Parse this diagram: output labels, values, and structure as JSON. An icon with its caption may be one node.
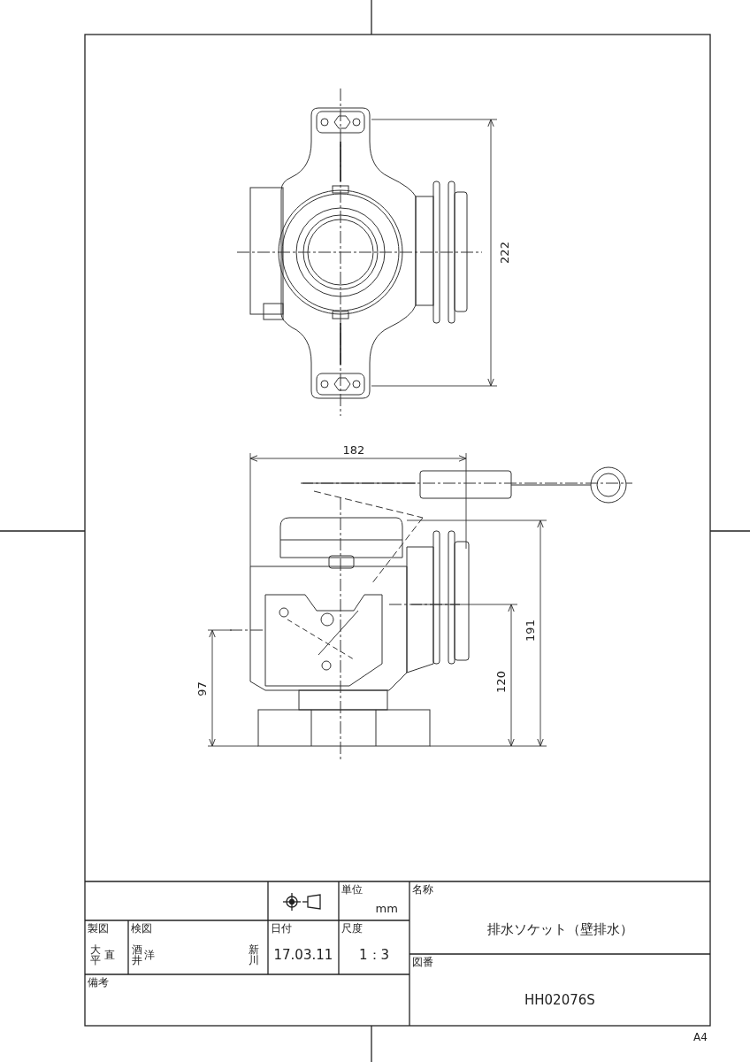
{
  "diagram": {
    "labels": [
      "222",
      "182",
      "191",
      "120",
      "97",
      "単位",
      "mm",
      "名称",
      "排水ソケット（壁排水）",
      "製図",
      "大平",
      "直",
      "検図",
      "酒井",
      "洋",
      "新川",
      "日付",
      "17.03.11",
      "尺度",
      "1：3",
      "図番",
      "HH02076S",
      "備考",
      "A4"
    ]
  }
}
